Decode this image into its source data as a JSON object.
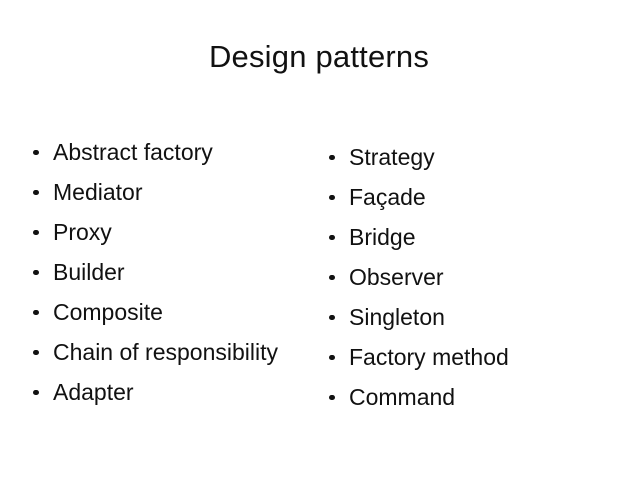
{
  "slide": {
    "title": "Design patterns",
    "background_color": "#ffffff",
    "text_color": "#111111",
    "columns": {
      "left": {
        "items": [
          {
            "label": "Abstract factory"
          },
          {
            "label": "Mediator"
          },
          {
            "label": "Proxy"
          },
          {
            "label": "Builder"
          },
          {
            "label": "Composite"
          },
          {
            "label": "Chain of responsibility"
          },
          {
            "label": "Adapter"
          }
        ]
      },
      "right": {
        "items": [
          {
            "label": "Strategy"
          },
          {
            "label": "Façade"
          },
          {
            "label": "Bridge"
          },
          {
            "label": "Observer"
          },
          {
            "label": "Singleton"
          },
          {
            "label": "Factory method"
          },
          {
            "label": "Command"
          }
        ]
      }
    },
    "bullet_glyph": "bullet-dot-icon"
  }
}
